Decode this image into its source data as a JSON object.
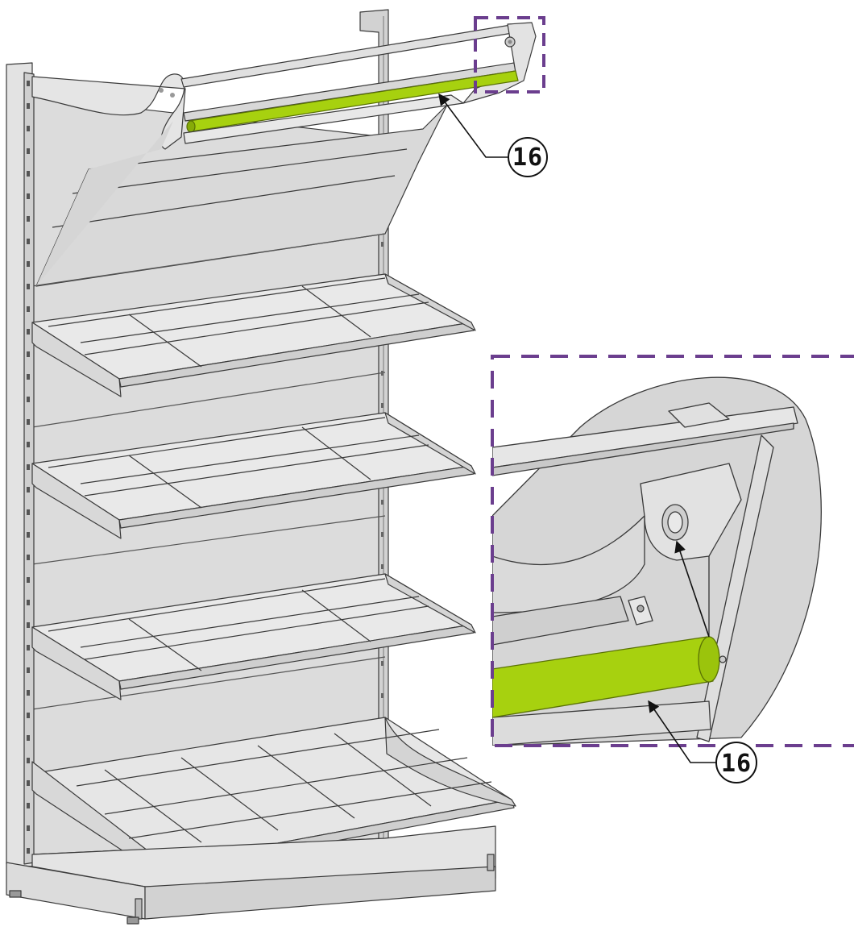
{
  "callouts": [
    {
      "id": "main-view",
      "label": "16"
    },
    {
      "id": "detail-view",
      "label": "16"
    }
  ],
  "colors": {
    "highlight": "#a7d10f",
    "highlight_dark": "#86ab08",
    "detail_frame": "#6b3e8e",
    "metal_light": "#dedede",
    "metal_mid": "#cfcfcf",
    "metal_dark": "#b9b9b9",
    "line": "#3a3a3a"
  }
}
